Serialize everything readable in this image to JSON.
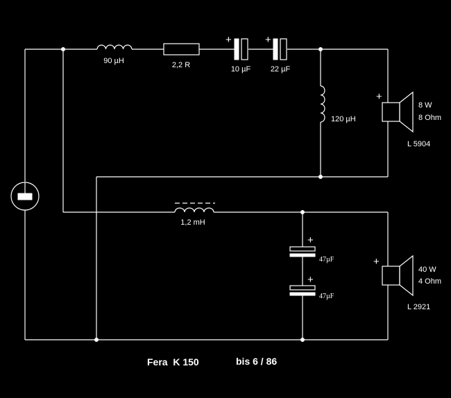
{
  "components": {
    "inductor_l1": "90 µH",
    "resistor_r1": "2,2 R",
    "capacitor_c1": "10 µF",
    "capacitor_c2": "22 µF",
    "inductor_l2": "120 µH",
    "inductor_l3": "1,2 mH",
    "capacitor_c3": "47µF",
    "capacitor_c4": "47µF",
    "plus": "+"
  },
  "tweeter": {
    "power": "8 W",
    "impedance": "8 Ohm",
    "model": "L 5904"
  },
  "woofer": {
    "power": "40 W",
    "impedance": "4 Ohm",
    "model": "L 2921"
  },
  "title": {
    "model": "Fera  K 150",
    "date": "bis 6 / 86"
  },
  "colors": {
    "background": "#000000",
    "lines": "#ffffff"
  }
}
